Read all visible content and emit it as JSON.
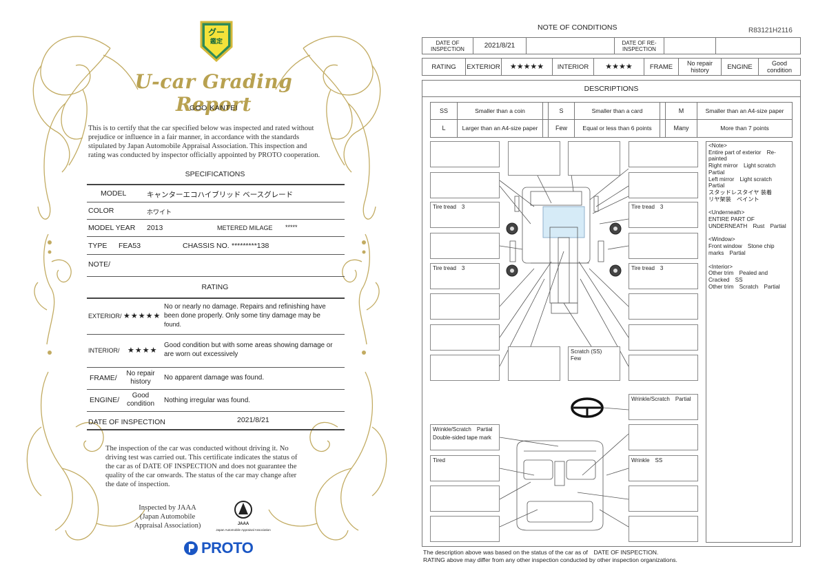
{
  "certificate": {
    "badge_text": "グー",
    "badge_sub": "鑑定",
    "title": "U-car Grading Report",
    "subtitle": "GOO KANTEI",
    "intro": [
      "This is to certify that the car specified below was inspected and rated without",
      "prejudice or influence in a fair manner, in accordance with the standards",
      "stipulated by Japan Automobile Appraisal Association. This inspection and",
      "rating was conducted by inspector officially appointed by PROTO cooperation."
    ],
    "specifications": {
      "heading": "SPECIFICATIONS",
      "model_label": "MODEL",
      "model": "キャンターエコハイブリッド ベースグレード",
      "color_label": "COLOR",
      "color": "ホワイト",
      "model_year_label": "MODEL YEAR",
      "model_year": "2013",
      "milage_label": "METERED MILAGE",
      "milage": "*****",
      "type_label": "TYPE",
      "type": "FEA53",
      "chassis_label": "CHASSIS NO.",
      "chassis": "*********138",
      "note_label": "NOTE/"
    },
    "rating": {
      "heading": "RATING",
      "exterior_label": "EXTERIOR/",
      "exterior_stars": "★★★★★",
      "exterior_desc": "No or nearly no damage. Repairs and refinishing have been done properly. Only some tiny damage may be",
      "exterior_desc2": "found.",
      "interior_label": "INTERIOR/",
      "interior_stars": "★★★★",
      "interior_desc": "Good condition but with some areas showing damage or are worn out excessively",
      "frame_label": "FRAME/",
      "frame_value": "No repair history",
      "frame_desc": "No apparent damage was found.",
      "engine_label": "ENGINE/",
      "engine_value": "Good condition",
      "engine_desc": "Nothing irregular was found.",
      "date_label": "DATE OF INSPECTION",
      "date": "2021/8/21"
    },
    "closing": [
      "The inspection of the car was conducted without driving it. No",
      "driving test was carried out. This certificate indicates the status of",
      "the car as of DATE OF INSPECTION and does not guarantee the",
      "quality of the car onwards. The status of the car may change after",
      "the date of inspection."
    ],
    "inspected_by": [
      "Inspected by JAAA",
      "(Japan Automobile",
      "Appraisal Association)"
    ],
    "jaaa": "JAAA",
    "jaaa_sub": "Japan Automobile Appraisal Association",
    "brand": "PROTO"
  },
  "conditions": {
    "title": "NOTE OF CONDITIONS",
    "report_id": "R83121H2116",
    "date_label": "DATE OF INSPECTION",
    "date": "2021/8/21",
    "reinspection_label": "DATE OF RE-INSPECTION",
    "rating_label": "RATING",
    "exterior_label": "EXTERIOR",
    "exterior_stars": "★★★★★",
    "interior_label": "INTERIOR",
    "interior_stars": "★★★★",
    "frame_label": "FRAME",
    "frame_value": "No repair history",
    "engine_label": "ENGINE",
    "engine_value": "Good condition",
    "descriptions_heading": "DESCRIPTIONS",
    "legend": [
      {
        "code": "SS",
        "text": "Smaller than a coin"
      },
      {
        "code": "S",
        "text": "Smaller than a card"
      },
      {
        "code": "M",
        "text": "Smaller than an A4-size paper"
      },
      {
        "code": "L",
        "text": "Larger than an A4-size paper"
      },
      {
        "code": "Few",
        "text": "Equal or less than 6 points"
      },
      {
        "code": "Many",
        "text": "More than 7 points"
      }
    ],
    "tire_fl": "Tire tread　3",
    "tire_fr": "Tire tread　3",
    "tire_rl": "Tire tread　3",
    "tire_rr": "Tire tread　3",
    "scratch_bottom": "Scratch (SS)　Few",
    "wheel_note": "Wrinkle/Scratch　Partial",
    "interior_left1": "Wrinkle/Scratch　Partial",
    "interior_left1b": "Double-sided tape mark",
    "interior_left2": "Tired",
    "interior_right": "Wrinkle　SS",
    "notes": [
      "<Note>",
      "Entire part of exterior　Re-",
      "painted",
      "Right mirror　Light scratch",
      "Partial",
      "Left mirror　Light scratch",
      "Partial",
      "スタッドレスタイヤ 装着",
      "リヤ架装　ペイント",
      "",
      "<Underneath>",
      "ENTIRE PART OF",
      "UNDERNEATH　Rust　Partial",
      "",
      "<Window>",
      "Front window　Stone chip",
      "marks　Partial",
      "",
      "<Interior>",
      "Other trim　Pealed and",
      "Cracked　SS",
      "Other trim　Scratch　Partial"
    ],
    "footer1": "The description above was based on the status of the car as of　DATE OF INSPECTION.",
    "footer2": "RATING above may differ from any other inspection conducted by other inspection organizations."
  },
  "colors": {
    "gold": "#b8a150",
    "badge_green": "#2e8b57",
    "badge_yellow": "#f4e23a",
    "proto_blue": "#1a56c4"
  }
}
